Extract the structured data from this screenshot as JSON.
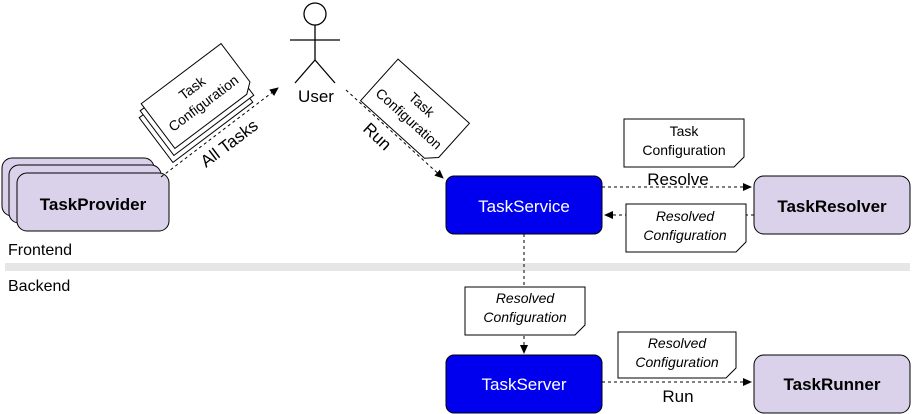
{
  "zones": {
    "frontend": "Frontend",
    "backend": "Backend"
  },
  "actor": {
    "label": "User"
  },
  "nodes": {
    "task_provider": "TaskProvider",
    "task_service": "TaskService",
    "task_resolver": "TaskResolver",
    "task_server": "TaskServer",
    "task_runner": "TaskRunner"
  },
  "notes": {
    "all_tasks_config": {
      "line1": "Task",
      "line2": "Configuration"
    },
    "run_config": {
      "line1": "Task",
      "line2": "Configuration"
    },
    "resolve_config": {
      "line1": "Task",
      "line2": "Configuration"
    },
    "resolved_back": {
      "line1": "Resolved",
      "line2": "Configuration"
    },
    "resolved_down": {
      "line1": "Resolved",
      "line2": "Configuration"
    },
    "resolved_runner": {
      "line1": "Resolved",
      "line2": "Configuration"
    }
  },
  "edges": {
    "all_tasks": "All Tasks",
    "run_user": "Run",
    "resolve": "Resolve",
    "run_runner": "Run"
  },
  "colors": {
    "blue_node": "#0000ee",
    "lavender_node": "#d9d2ea",
    "divider": "#e6e6e6"
  }
}
